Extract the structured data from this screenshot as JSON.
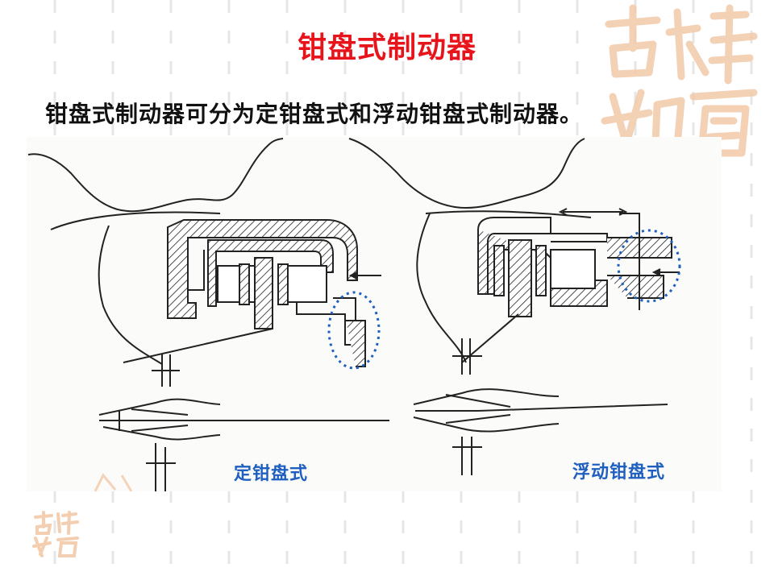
{
  "slide": {
    "title": "钳盘式制动器",
    "subtitle": "钳盘式制动器可分为定钳盘式和浮动钳盘式制动器。"
  },
  "figure": {
    "captions": {
      "fixed": "定钳盘式",
      "floating": "浮动钳盘式"
    }
  },
  "decor": {
    "logo_text": "吉祥如意"
  },
  "colors": {
    "title": "#e8141b",
    "caption": "#1f5fbf",
    "highlight_circle": "#1f5fbf",
    "seal": "#f2c9a8"
  }
}
